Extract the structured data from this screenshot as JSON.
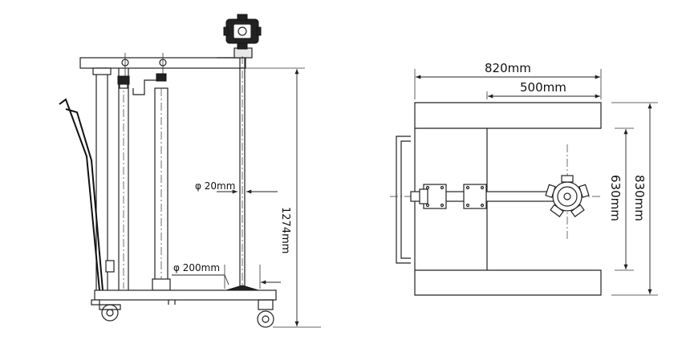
{
  "dimensions": {
    "width_top": "820mm",
    "width_inner": "500mm",
    "depth_outer": "830mm",
    "depth_inner": "630mm",
    "height": "1274mm",
    "shaft_diameter": "φ 20mm",
    "impeller_diameter": "φ 200mm"
  }
}
